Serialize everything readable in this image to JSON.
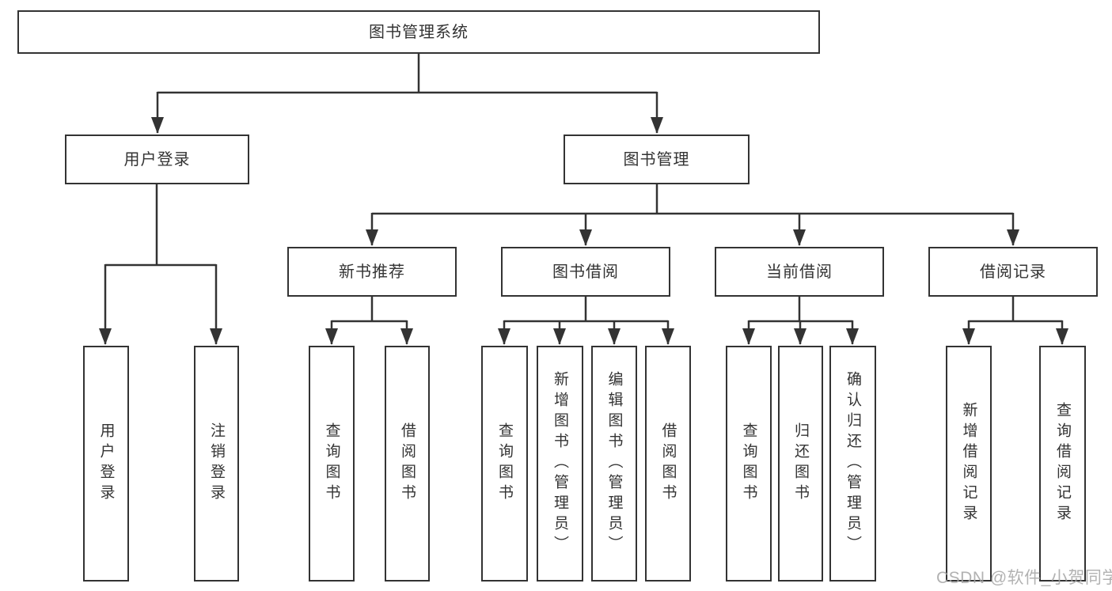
{
  "tree": {
    "root": {
      "label": "图书管理系统"
    },
    "level2": [
      {
        "label": "用户登录",
        "parent": "图书管理系统"
      },
      {
        "label": "图书管理",
        "parent": "图书管理系统"
      }
    ],
    "level3": [
      {
        "label": "新书推荐",
        "parent": "图书管理"
      },
      {
        "label": "图书借阅",
        "parent": "图书管理"
      },
      {
        "label": "当前借阅",
        "parent": "图书管理"
      },
      {
        "label": "借阅记录",
        "parent": "图书管理"
      }
    ],
    "leaves": [
      {
        "label": "用户登录",
        "parent": "用户登录"
      },
      {
        "label": "注销登录",
        "parent": "用户登录"
      },
      {
        "label": "查询图书",
        "parent": "新书推荐"
      },
      {
        "label": "借阅图书",
        "parent": "新书推荐"
      },
      {
        "label": "查询图书",
        "parent": "图书借阅"
      },
      {
        "label": "新增图书（管理员）",
        "parent": "图书借阅"
      },
      {
        "label": "编辑图书（管理员）",
        "parent": "图书借阅"
      },
      {
        "label": "借阅图书",
        "parent": "图书借阅"
      },
      {
        "label": "查询图书",
        "parent": "当前借阅"
      },
      {
        "label": "归还图书",
        "parent": "当前借阅"
      },
      {
        "label": "确认归还（管理员）",
        "parent": "当前借阅"
      },
      {
        "label": "新增借阅记录",
        "parent": "借阅记录"
      },
      {
        "label": "查询借阅记录",
        "parent": "借阅记录"
      }
    ]
  },
  "watermark": {
    "text": "CSDN @软件_小贺同学"
  },
  "colors": {
    "line": "#333333",
    "text": "#333333",
    "background": "#ffffff",
    "watermark": "#a4a4a4"
  }
}
